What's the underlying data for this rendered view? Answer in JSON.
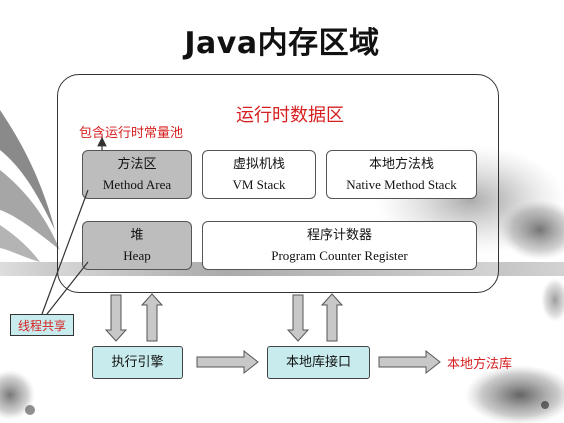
{
  "title": "Java内存区域",
  "runtime_area": {
    "label": "运行时数据区"
  },
  "const_pool_label": "包含运行时常量池",
  "method_area": {
    "cn": "方法区",
    "en": "Method Area"
  },
  "vm_stack": {
    "cn": "虚拟机栈",
    "en": "VM Stack"
  },
  "native_method_stack": {
    "cn": "本地方法栈",
    "en": "Native Method Stack"
  },
  "heap": {
    "cn": "堆",
    "en": "Heap"
  },
  "program_counter": {
    "cn": "程序计数器",
    "en": "Program Counter Register"
  },
  "thread_shared_label": "线程共享",
  "execution_engine": {
    "label": "执行引擎"
  },
  "native_interface": {
    "label": "本地库接口"
  },
  "native_library_label": "本地方法库",
  "colors": {
    "accent_red": "#d62020",
    "shared_box": "#c8ecee",
    "shared_region": "#bdbdbd",
    "arrow_fill": "#c8c8c8"
  }
}
